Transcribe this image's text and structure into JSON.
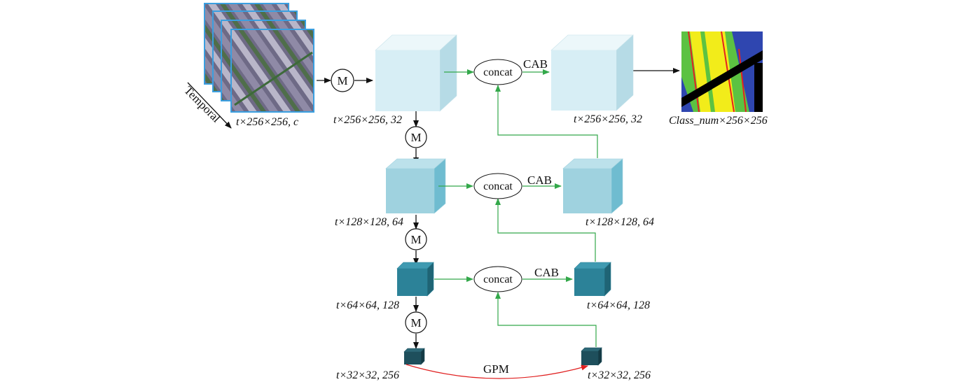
{
  "input": {
    "temporal_label": "Temporal",
    "dims": "t×256×256, c"
  },
  "encoder": {
    "level1_dims": "t×256×256, 32",
    "level2_dims": "t×128×128, 64",
    "level3_dims": "t×64×64, 128",
    "level4_dims": "t×32×32, 256"
  },
  "decoder": {
    "level1_dims": "t×256×256, 32",
    "level2_dims": "t×128×128, 64",
    "level3_dims": "t×64×64, 128",
    "level4_dims": "t×32×32, 256"
  },
  "output": {
    "dims": "Class_num×256×256"
  },
  "ops": {
    "maxpool": "M",
    "concat": "concat",
    "cab": "CAB",
    "gpm": "GPM"
  },
  "colors": {
    "level1": "#d7eef5",
    "level2": "#9fd2df",
    "level3": "#2c8298",
    "level4": "#1e4f5c",
    "skip_arrow": "#33a84a",
    "gpm_arrow": "#e02020",
    "flow_arrow": "#111111",
    "seg_green": "#5cc242",
    "seg_yellow": "#f2ec1a",
    "seg_blue": "#2f46b0",
    "seg_red": "#e62020",
    "seg_black": "#000000"
  },
  "icons": {
    "input_stack": "satellite-image-stack-icon",
    "output": "segmentation-map-icon"
  }
}
